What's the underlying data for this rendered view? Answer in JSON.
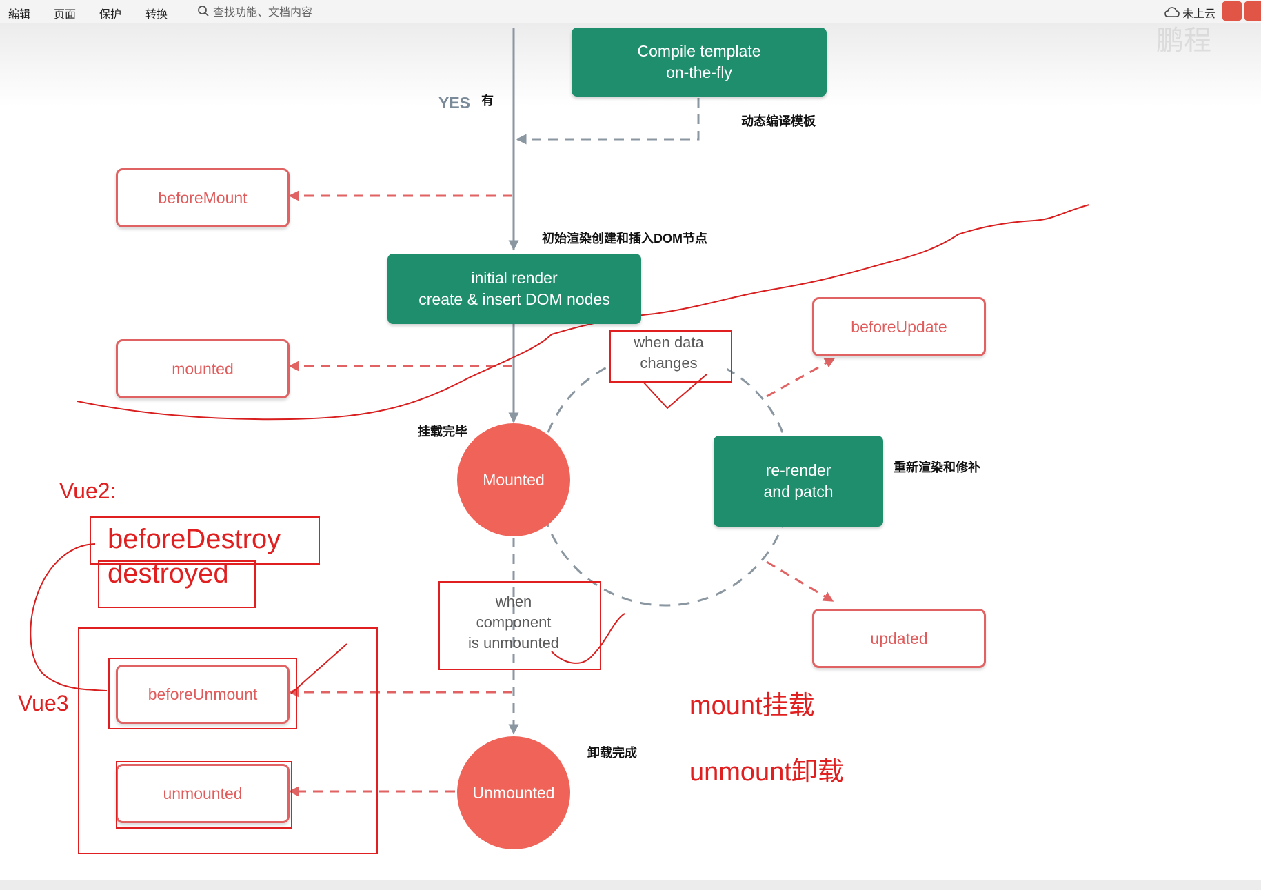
{
  "toolbar": {
    "menu": [
      "编辑",
      "页面",
      "保护",
      "转换"
    ],
    "search_placeholder": "查找功能、文档内容",
    "cloud_status": "未上云"
  },
  "watermark": "鹏程",
  "diagram": {
    "compile_box": "Compile template\non-the-fly",
    "compile_note": "动态编译模板",
    "yes_label": "YES",
    "yes_zh": "有",
    "render_note": "初始渲染创建和插入DOM节点",
    "initial_render": "initial render\ncreate & insert DOM nodes",
    "hooks": {
      "before_mount": "beforeMount",
      "mounted": "mounted",
      "before_update": "beforeUpdate",
      "updated": "updated",
      "before_unmount": "beforeUnmount",
      "unmounted": "unmounted"
    },
    "when_data_changes": "when data\nchanges",
    "mounted_circle": "Mounted",
    "mounted_note": "挂载完毕",
    "rerender": "re-render\nand patch",
    "rerender_note": "重新渲染和修补",
    "when_unmounted": "when\ncomponent\nis unmounted",
    "unmounted_circle": "Unmounted",
    "unmount_note": "卸载完成"
  },
  "annotations": {
    "vue2": "Vue2:",
    "before_destroy": "beforeDestroy",
    "destroyed": "destroyed",
    "vue3": "Vue3",
    "mount": "mount挂载",
    "unmount": "unmount卸载"
  },
  "colors": {
    "green": "#1f8e6c",
    "hook_red": "#e06262",
    "circle_red": "#f06358",
    "annotation_red": "#e02020",
    "connector_gray": "#8a96a0"
  }
}
